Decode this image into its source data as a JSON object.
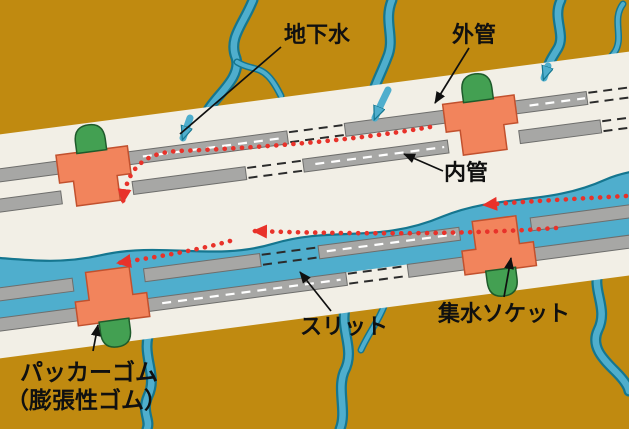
{
  "labels": {
    "groundwater": "地下水",
    "outer_pipe": "外管",
    "inner_pipe": "内管",
    "slit": "スリット",
    "water_collecting_socket": "集水ソケット",
    "packer_rubber": "パッカーゴム",
    "packer_rubber_note": "（膨張性ゴム）"
  },
  "colors": {
    "soil": "#C08A10",
    "water": "#4FAECD",
    "water_dark": "#15768F",
    "band_white": "#F2EFE6",
    "pipe_gray": "#A7A7A5",
    "pipe_gray_edge": "#6E6E6C",
    "socket_orange": "#F2845C",
    "socket_edge": "#C2512E",
    "packer_green": "#43A052",
    "packer_edge": "#1E5B2B",
    "flow_red": "#E8322A",
    "label_text": "#101010"
  }
}
